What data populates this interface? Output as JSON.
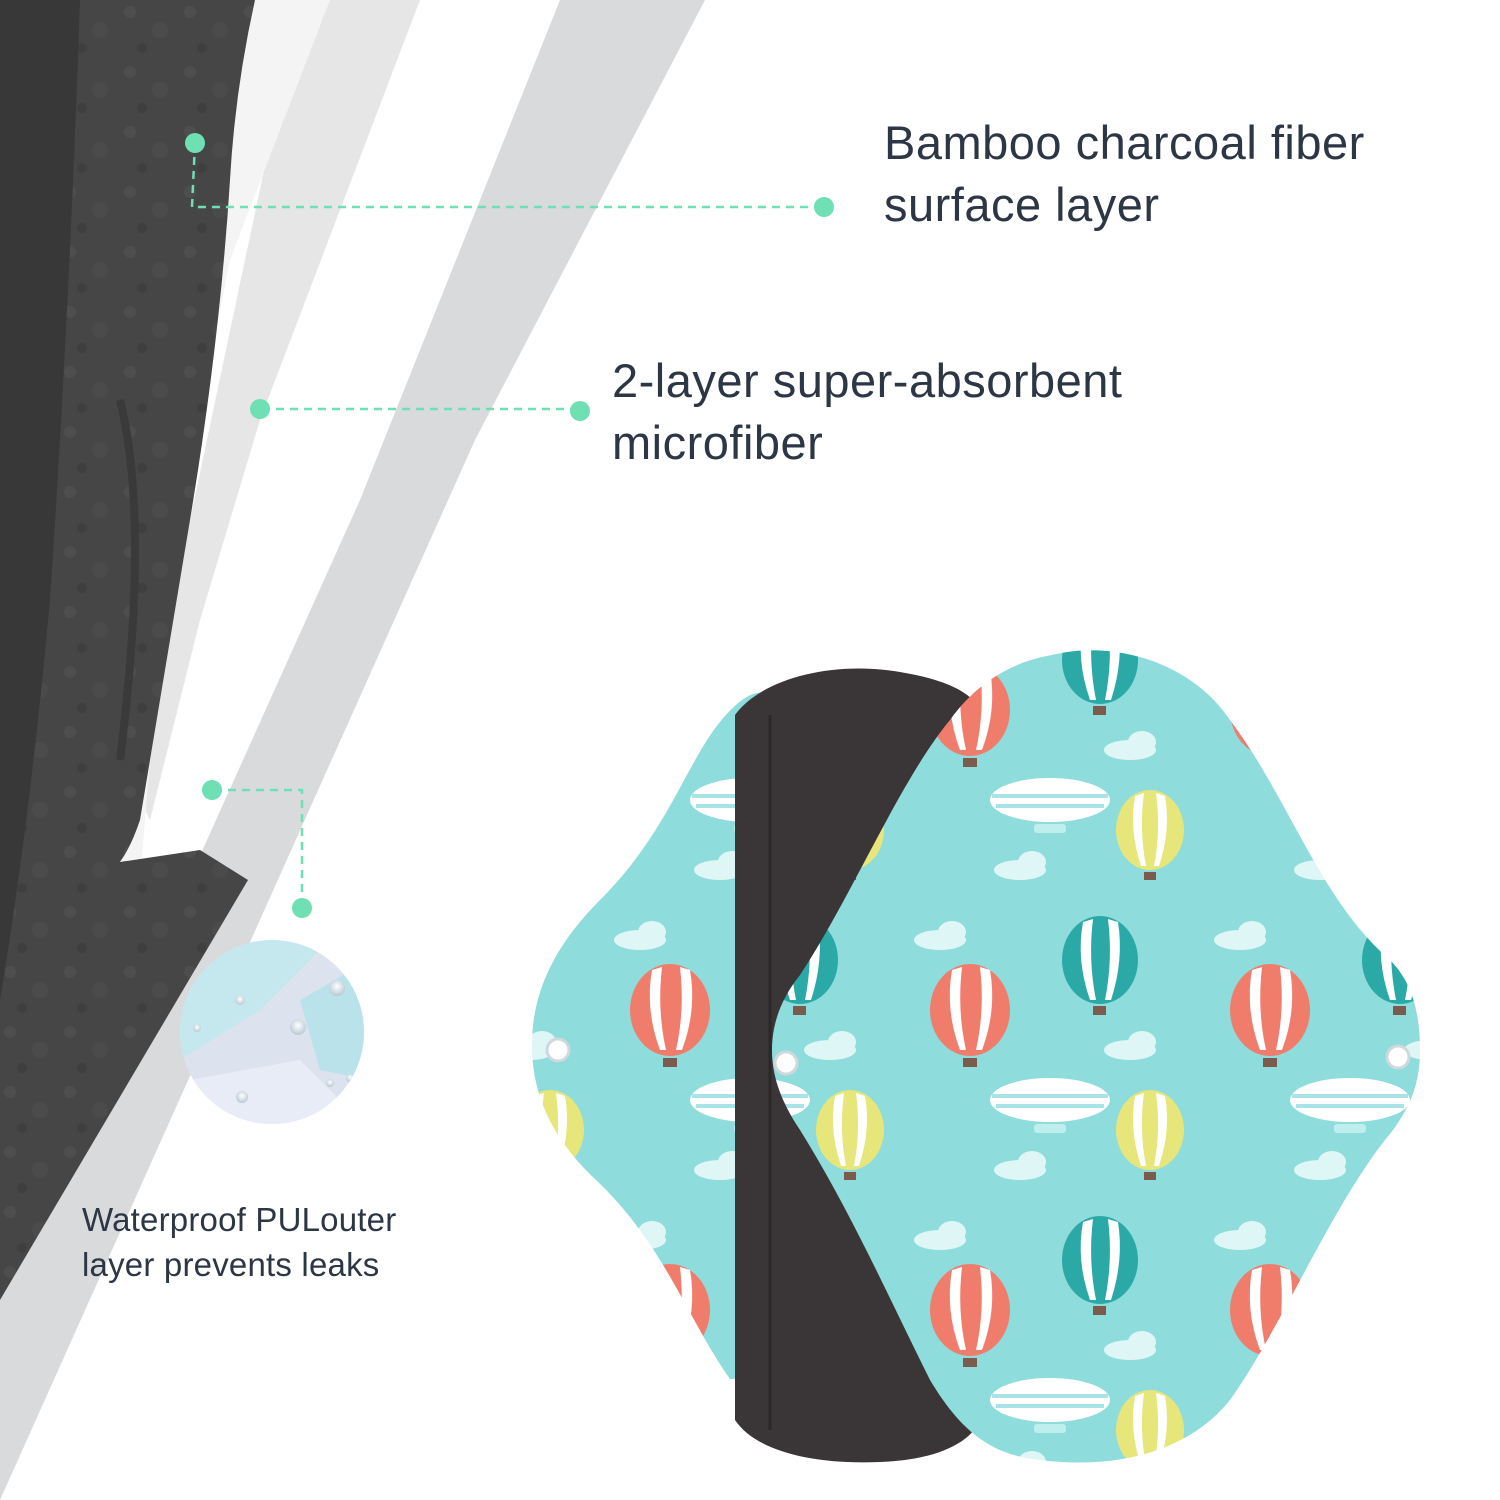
{
  "callouts": {
    "surface_layer": {
      "line1": "Bamboo charcoal fiber",
      "line2": "surface layer"
    },
    "microfiber_layer": {
      "line1": "2-layer super-absorbent",
      "line2": "microfiber"
    },
    "outer_layer": {
      "line1": "Waterproof PULouter",
      "line2": "layer prevents leaks"
    }
  },
  "colors": {
    "accent": "#6ee0b4",
    "text": "#2c3644",
    "charcoal": "#454545",
    "pad_print": "#8fdcdc",
    "pad_backing": "#3a3536"
  }
}
